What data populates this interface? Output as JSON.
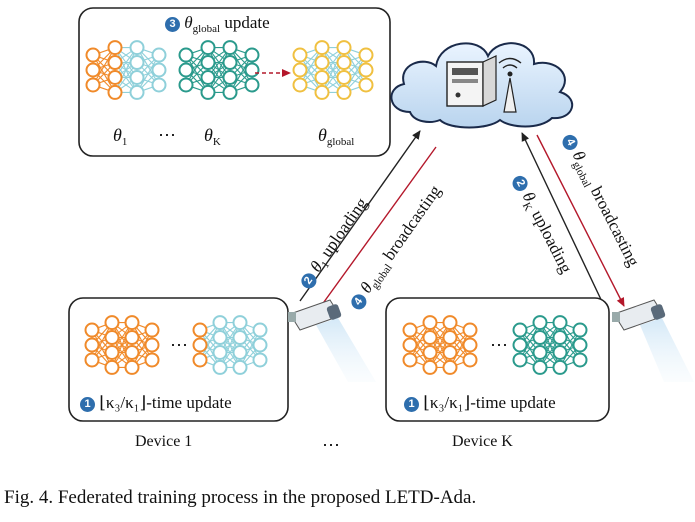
{
  "colors": {
    "orange": "#f08a2a",
    "light_blue": "#8fd0da",
    "teal": "#2a9a8c",
    "yellow": "#f0c040",
    "badge_blue": "#2e6ead",
    "arrow_red": "#b4182b",
    "arrow_black": "#222222"
  },
  "global_box": {
    "badge": "3",
    "title_symbol": "θ",
    "title_sub": "global",
    "title_suffix": " update",
    "label_1_symbol": "θ",
    "label_1_sub": "1",
    "ellipsis": "⋯",
    "label_k_symbol": "θ",
    "label_k_sub": "K",
    "label_global_symbol": "θ",
    "label_global_sub": "global"
  },
  "arrows": {
    "left_up": {
      "badge": "2",
      "symbol": "θ",
      "sub": "1",
      "text": " uploading"
    },
    "left_down": {
      "badge": "4",
      "symbol": "θ",
      "sub": "global",
      "text": " broadcasting"
    },
    "right_up": {
      "badge": "2",
      "symbol": "θ",
      "sub": "K",
      "text": " uploading"
    },
    "right_down": {
      "badge": "4",
      "symbol": "θ",
      "sub": "global",
      "text": " broadcasting"
    }
  },
  "devices": [
    {
      "badge": "1",
      "update_text": "⌊κ₃/κ₁⌋-time update",
      "name": "Device 1"
    },
    {
      "badge": "1",
      "update_text": "⌊κ₃/κ₁⌋-time update",
      "name": "Device K"
    }
  ],
  "middle_ellipsis": "⋯",
  "device_ellipsis": "⋯",
  "caption": "Fig. 4.  Federated training process in the proposed LETD-Ada."
}
